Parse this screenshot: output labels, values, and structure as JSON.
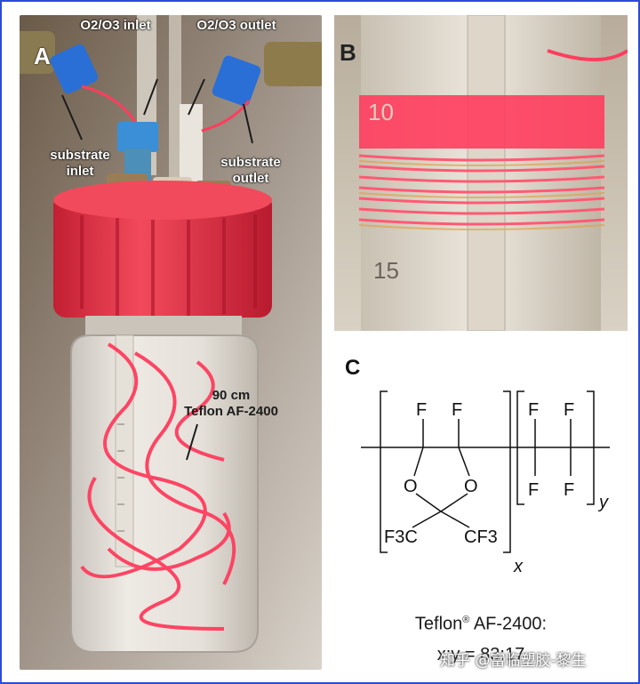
{
  "panels": {
    "a": "A",
    "b": "B",
    "c": "C"
  },
  "annotations": {
    "gas_inlet": "O2/O3 inlet",
    "gas_outlet": "O2/O3 outlet",
    "substrate_inlet": "substrate\ninlet",
    "substrate_outlet": "substrate\noutlet",
    "tube_length": "90 cm",
    "tube_material": "Teflon AF-2400"
  },
  "structure": {
    "atom_F": "F",
    "atom_O": "O",
    "group_left": "F3C",
    "group_right": "CF3",
    "subscript_x": "x",
    "subscript_y": "y"
  },
  "caption": {
    "name": "Teflon",
    "reg_mark": "®",
    "grade": " AF-2400:",
    "ratio": "x:y = 83:17"
  },
  "scale_marks": {
    "ten": "10",
    "fifteen": "15"
  },
  "watermark": "知乎 @富临塑胶-黎生",
  "colors": {
    "frame": "#2b4bd8",
    "cap_red": "#e8364a",
    "tube_pink": "#ff3d5e",
    "connector_blue": "#2a6fd6"
  }
}
